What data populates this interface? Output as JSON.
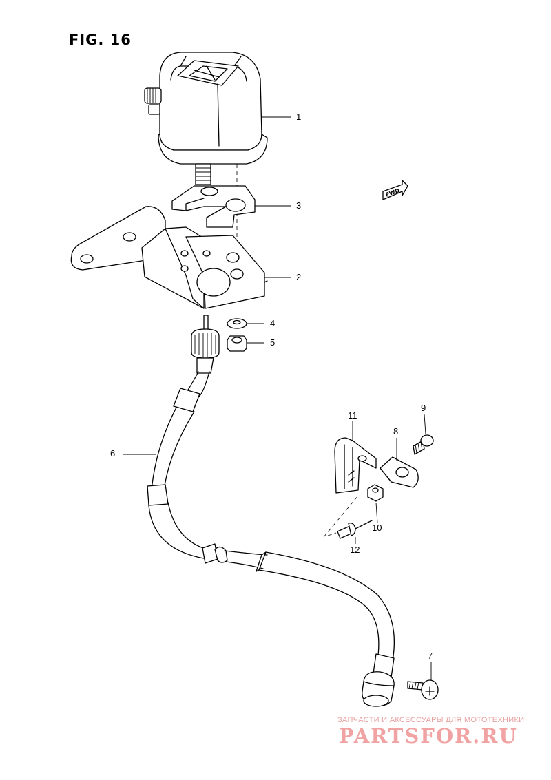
{
  "figure": {
    "title": "FIG. 16"
  },
  "callouts": [
    {
      "id": "1",
      "label": "1"
    },
    {
      "id": "2",
      "label": "2"
    },
    {
      "id": "3",
      "label": "3"
    },
    {
      "id": "4",
      "label": "4"
    },
    {
      "id": "5",
      "label": "5"
    },
    {
      "id": "6",
      "label": "6"
    },
    {
      "id": "7",
      "label": "7"
    },
    {
      "id": "8",
      "label": "8"
    },
    {
      "id": "9",
      "label": "9"
    },
    {
      "id": "10",
      "label": "10"
    },
    {
      "id": "11",
      "label": "11"
    },
    {
      "id": "12",
      "label": "12"
    }
  ],
  "fwd_marker": {
    "label": "FWD"
  },
  "watermark": {
    "tagline": "ЗАПЧАСТИ И АКСЕССУАРЫ ДЛЯ МОТОТЕХНИКИ",
    "brand": "PARTSFOR.RU",
    "color": "#f1a3a3"
  }
}
